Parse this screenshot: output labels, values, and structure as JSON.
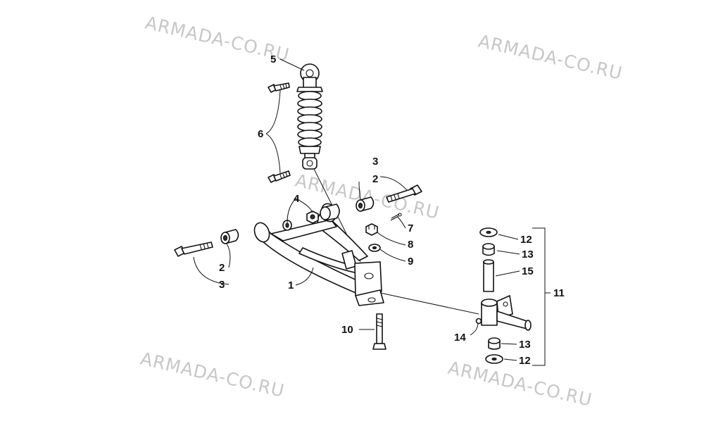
{
  "watermark": "ARMADA-CO.RU",
  "callouts": {
    "c1": "1",
    "c2a": "2",
    "c2b": "2",
    "c3a": "3",
    "c3b": "3",
    "c4": "4",
    "c5": "5",
    "c6": "6",
    "c7": "7",
    "c8": "8",
    "c9": "9",
    "c10": "10",
    "c11": "11",
    "c12a": "12",
    "c12b": "12",
    "c13a": "13",
    "c13b": "13",
    "c14": "14",
    "c15": "15"
  }
}
